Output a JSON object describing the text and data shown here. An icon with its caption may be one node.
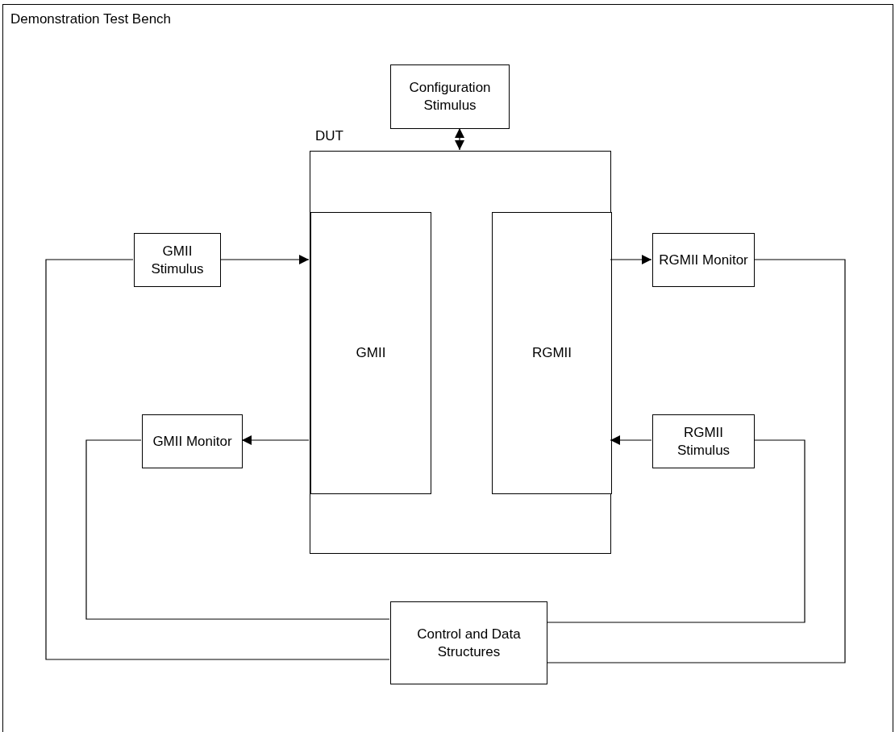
{
  "diagram": {
    "nodes": [
      {
        "text": [
          "Demonstration Test Bench"
        ]
      },
      {
        "text": [
          "Configuration Stimulus"
        ],
        "in": 0
      },
      {
        "text": [
          "DUT"
        ],
        "in": 0
      },
      {
        "text": [
          "GMII"
        ],
        "in": 2
      },
      {
        "text": [
          "RGMII"
        ],
        "in": 2
      },
      {
        "text": [
          "GMII Stimulus"
        ],
        "in": 0
      },
      {
        "text": [
          "RGMII Monitor"
        ],
        "in": 0
      },
      {
        "text": [
          "GMII Monitor"
        ],
        "in": 0
      },
      {
        "text": [
          "RGMII Stimulus"
        ],
        "in": 0
      },
      {
        "text": [
          "Control and Data Structures"
        ],
        "in": 0
      }
    ],
    "edges": [
      {
        "from": 1,
        "to": 2,
        "arrow": "both"
      },
      {
        "from": 5,
        "to": 3,
        "arrow": "to"
      },
      {
        "from": 4,
        "to": 6,
        "arrow": "to"
      },
      {
        "from": 3,
        "to": 7,
        "arrow": "to"
      },
      {
        "from": 8,
        "to": 4,
        "arrow": "to"
      },
      {
        "from": 5,
        "to": 9,
        "arrow": "none"
      },
      {
        "from": 7,
        "to": 9,
        "arrow": "none"
      },
      {
        "from": 8,
        "to": 9,
        "arrow": "none"
      },
      {
        "from": 6,
        "to": 9,
        "arrow": "none"
      }
    ]
  }
}
